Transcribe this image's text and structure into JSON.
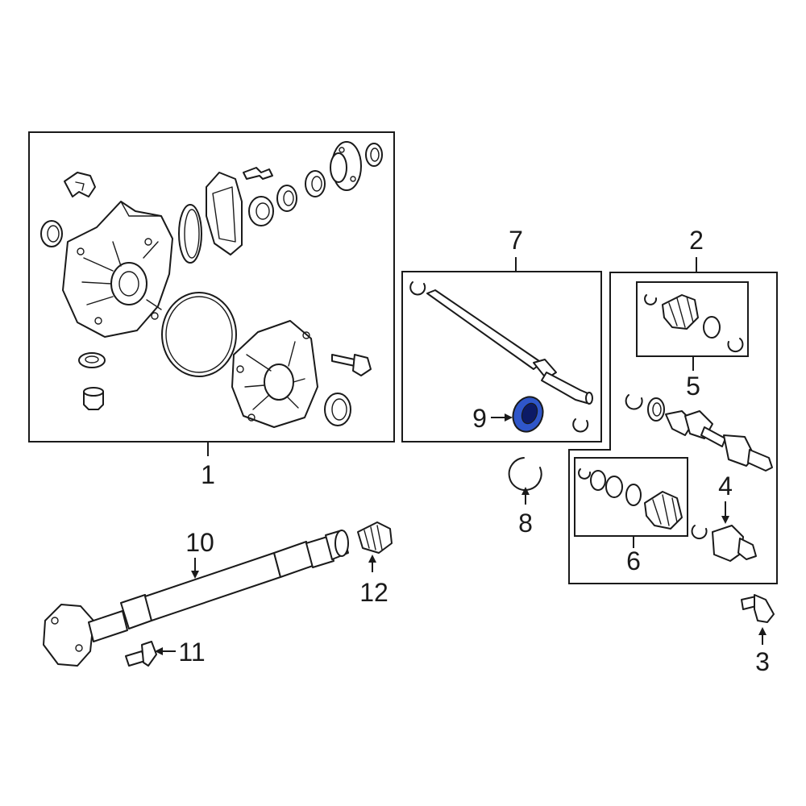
{
  "diagram": {
    "callouts": [
      {
        "id": "c1",
        "label": "1"
      },
      {
        "id": "c2",
        "label": "2"
      },
      {
        "id": "c3",
        "label": "3"
      },
      {
        "id": "c4",
        "label": "4"
      },
      {
        "id": "c5",
        "label": "5"
      },
      {
        "id": "c6",
        "label": "6"
      },
      {
        "id": "c7",
        "label": "7"
      },
      {
        "id": "c8",
        "label": "8"
      },
      {
        "id": "c9",
        "label": "9"
      },
      {
        "id": "c10",
        "label": "10"
      },
      {
        "id": "c11",
        "label": "11"
      },
      {
        "id": "c12",
        "label": "12"
      }
    ],
    "highlighted_part": "9",
    "colors": {
      "highlight": "#2f56c9",
      "highlight_dark": "#0c1a66",
      "line": "#1a1a1a",
      "background": "#ffffff"
    }
  }
}
